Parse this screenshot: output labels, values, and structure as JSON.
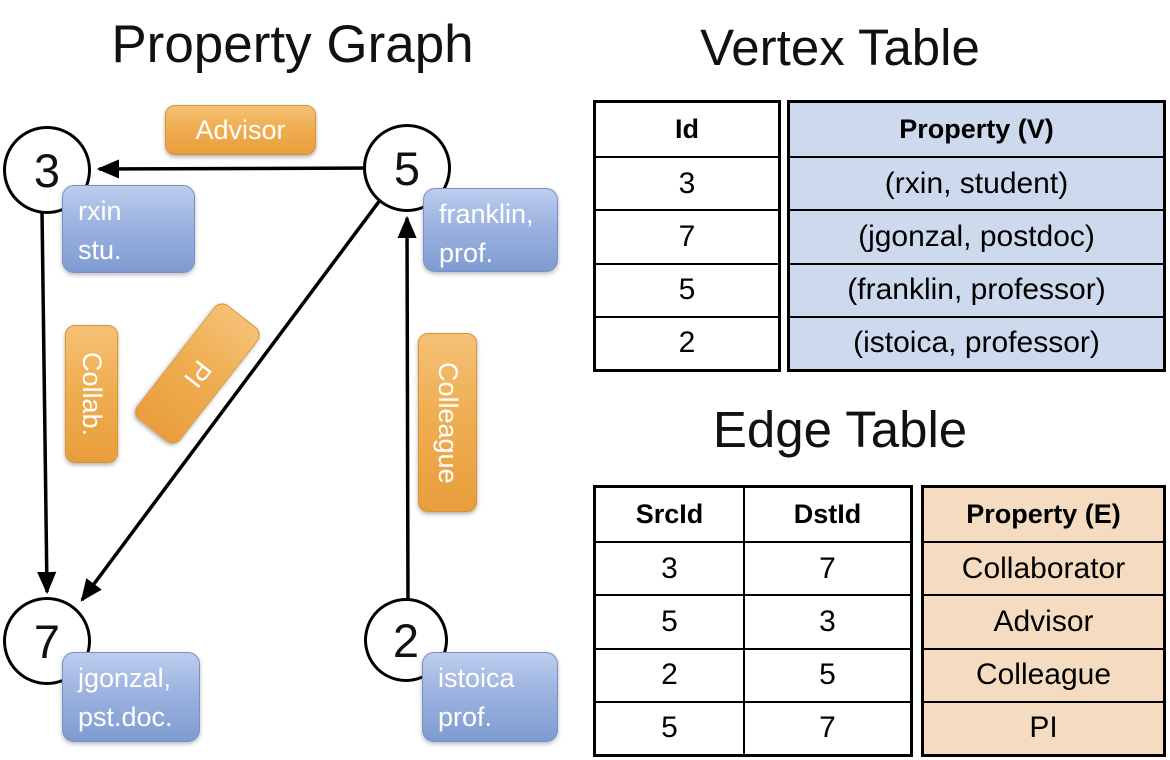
{
  "graph": {
    "title": "Property Graph",
    "nodes": [
      {
        "id": "3"
      },
      {
        "id": "5"
      },
      {
        "id": "7"
      },
      {
        "id": "2"
      }
    ],
    "node_boxes": [
      {
        "line1": "rxin",
        "line2": "stu."
      },
      {
        "line1": "franklin,",
        "line2": "prof."
      },
      {
        "line1": "jgonzal,",
        "line2": "pst.doc."
      },
      {
        "line1": "istoica",
        "line2": "prof."
      }
    ],
    "edge_labels": {
      "advisor": "Advisor",
      "collab": "Collab.",
      "pi": "PI",
      "colleague": "Colleague"
    }
  },
  "vertex_table": {
    "title": "Vertex Table",
    "headers": {
      "id": "Id",
      "property": "Property (V)"
    },
    "rows": [
      {
        "id": "3",
        "property": "(rxin, student)"
      },
      {
        "id": "7",
        "property": "(jgonzal, postdoc)"
      },
      {
        "id": "5",
        "property": "(franklin, professor)"
      },
      {
        "id": "2",
        "property": "(istoica, professor)"
      }
    ]
  },
  "edge_table": {
    "title": "Edge Table",
    "headers": {
      "src": "SrcId",
      "dst": "DstId",
      "property": "Property (E)"
    },
    "rows": [
      {
        "src": "3",
        "dst": "7",
        "property": "Collaborator"
      },
      {
        "src": "5",
        "dst": "3",
        "property": "Advisor"
      },
      {
        "src": "2",
        "dst": "5",
        "property": "Colleague"
      },
      {
        "src": "5",
        "dst": "7",
        "property": "PI"
      }
    ]
  },
  "colors": {
    "edge_label_orange": "#efa94a",
    "node_box_blue": "#8aa4d6",
    "vertex_property_fill": "#cdd9ed",
    "edge_property_fill": "#f5dcc0",
    "line_black": "#000000"
  }
}
